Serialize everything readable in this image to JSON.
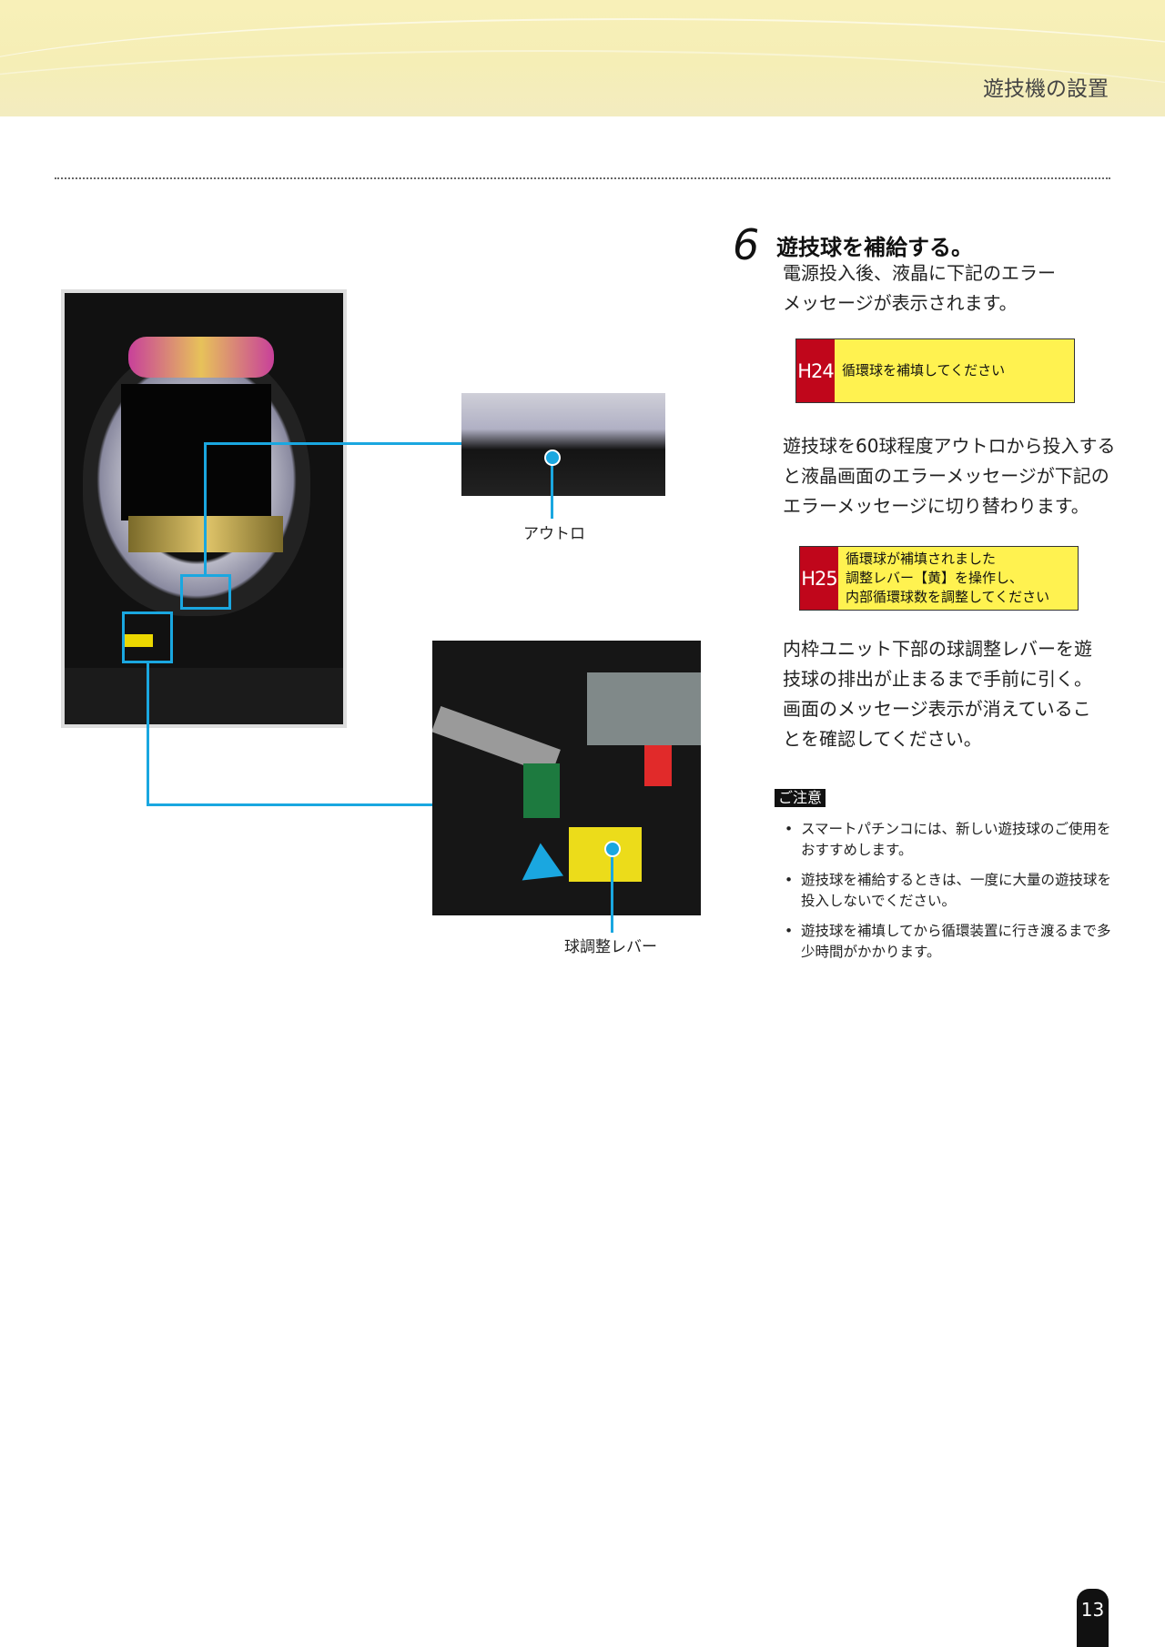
{
  "header": {
    "section_title": "遊技機の設置"
  },
  "step": {
    "number": "6",
    "title": "遊技球を補給する。",
    "para1": [
      "電源投入後、液晶に下記のエラー",
      "メッセージが表示されます。"
    ],
    "error1": {
      "code": "H24",
      "lines": [
        "循環球を補填してください"
      ]
    },
    "para2": [
      "遊技球を60球程度アウトロから投入する",
      "と液晶画面のエラーメッセージが下記の",
      "エラーメッセージに切り替わります。"
    ],
    "error2": {
      "code": "H25",
      "lines": [
        "循環球が補填されました",
        "調整レバー【黄】を操作し、",
        "内部循環球数を調整してください"
      ]
    },
    "para3": [
      "内枠ユニット下部の球調整レバーを遊",
      "技球の排出が止まるまで手前に引く。",
      "画面のメッセージ表示が消えているこ",
      "とを確認してください。"
    ]
  },
  "caution": {
    "label": "ご注意",
    "items": [
      "スマートパチンコには、新しい遊技球のご使用をおすすめします。",
      "遊技球を補給するときは、一度に大量の遊技球を投入しないでください。",
      "遊技球を補填してから循環装置に行き渡るまで多少時間がかかります。"
    ]
  },
  "figures": {
    "out_label": "アウトロ",
    "lever_label": "球調整レバー"
  },
  "colors": {
    "accent": "#1aa7e0",
    "error_code_bg": "#c0061b",
    "error_bg": "#fff250"
  },
  "page_number": "13"
}
